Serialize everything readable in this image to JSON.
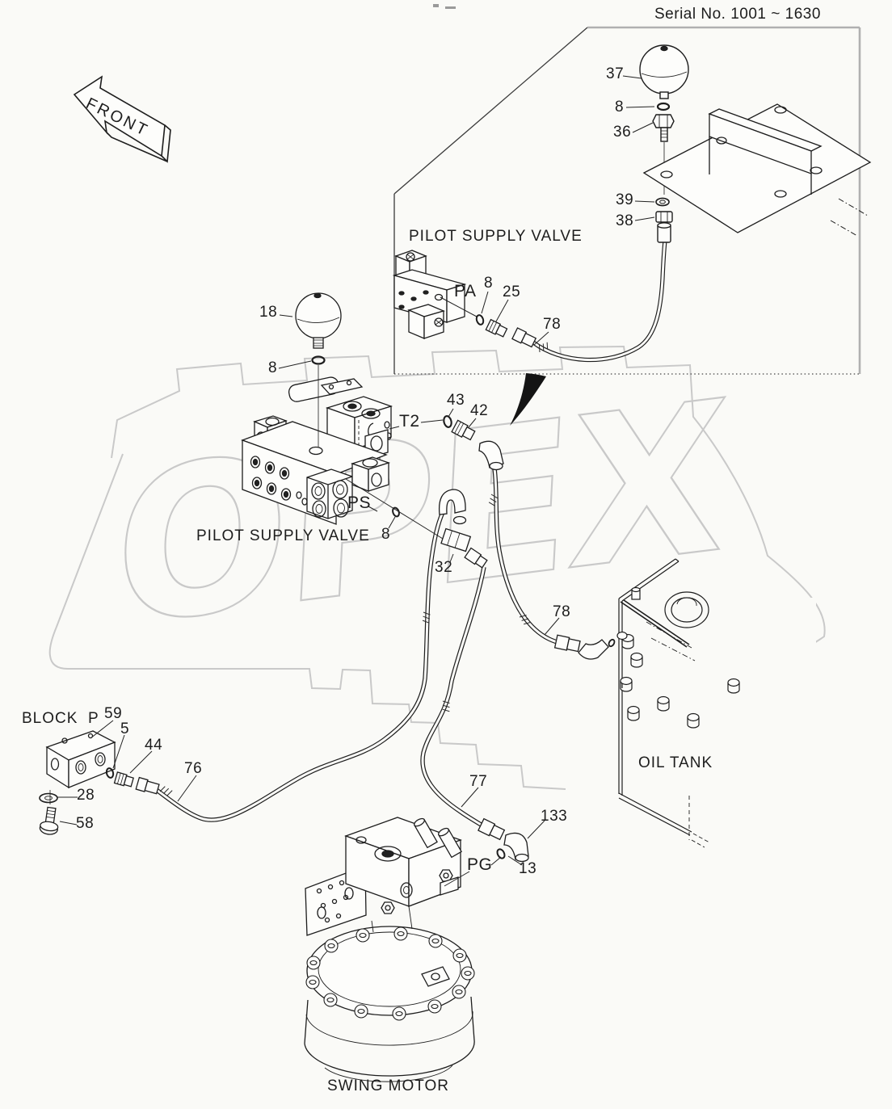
{
  "diagram": {
    "serial_note": "Serial No. 1001 ~ 1630",
    "front_label": "FRONT",
    "inset_title": "PILOT SUPPLY VALVE",
    "main_valve_label": "PILOT SUPPLY VALVE",
    "oil_tank_label": "OIL TANK",
    "block_p_label": "BLOCK  P",
    "swing_motor_label": "SWING MOTOR",
    "watermark_text": "OPEX"
  },
  "ports": {
    "pa": "PA",
    "t2": "T2",
    "ps": "PS",
    "pg": "PG"
  },
  "callouts": {
    "accumulator_inset": "37",
    "washer_inset": "8",
    "adapter_36": "36",
    "washer_39": "39",
    "nut_38": "38",
    "oring_pa": "8",
    "connector_25": "25",
    "hose_78_inset": "78",
    "accumulator_18": "18",
    "washer_18": "8",
    "oring_43": "43",
    "connector_42": "42",
    "oring_ps": "8",
    "tee_32": "32",
    "hose_78": "78",
    "block_59": "59",
    "oring_5": "5",
    "connector_44": "44",
    "washer_28": "28",
    "bolt_58": "58",
    "hose_76": "76",
    "hose_77": "77",
    "elbow_133": "133",
    "oring_13": "13"
  }
}
